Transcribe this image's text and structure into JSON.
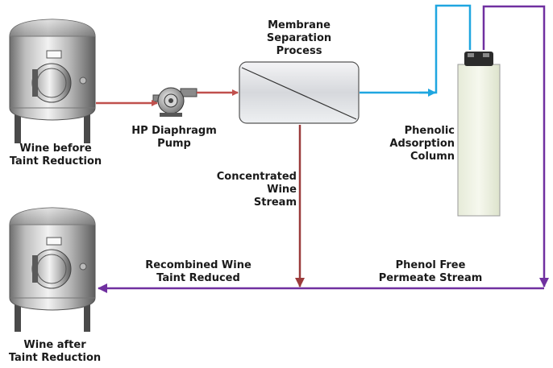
{
  "labels": {
    "tank_in_line1": "Wine before",
    "tank_in_line2": "Taint Reduction",
    "tank_out_line1": "Wine after",
    "tank_out_line2": "Taint Reduction",
    "pump_line1": "HP Diaphragm",
    "pump_line2": "Pump",
    "membrane_line1": "Membrane",
    "membrane_line2": "Separation",
    "membrane_line3": "Process",
    "column_line1": "Phenolic",
    "column_line2": "Adsorption",
    "column_line3": "Column",
    "concentrate_line1": "Concentrated",
    "concentrate_line2": "Wine",
    "concentrate_line3": "Stream",
    "recombined_line1": "Recombined Wine",
    "recombined_line2": "Taint Reduced",
    "permeate_line1": "Phenol Free",
    "permeate_line2": "Permeate Stream"
  },
  "colors": {
    "feed_stream": "#c0504d",
    "permeate_to_column": "#1fa6e0",
    "column_return": "#7030a0",
    "recombined_stream": "#7030a0",
    "concentrate_stream": "#9b3b3b"
  }
}
